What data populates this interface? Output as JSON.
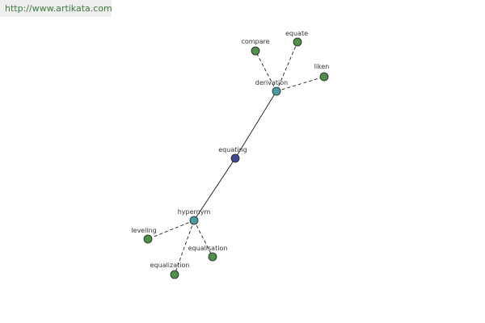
{
  "banner": {
    "url": "http://www.artikata.com"
  },
  "colors": {
    "center": "#3b4a8f",
    "hub": "#4a9aa0",
    "leaf": "#4f8f4a",
    "edge": "#000000"
  },
  "graph": {
    "nodes": [
      {
        "id": "equating",
        "label": "equating",
        "type": "center"
      },
      {
        "id": "derivation",
        "label": "derivation",
        "type": "hub"
      },
      {
        "id": "hypernym",
        "label": "hypernym",
        "type": "hub"
      },
      {
        "id": "compare",
        "label": "compare",
        "type": "leaf"
      },
      {
        "id": "equate",
        "label": "equate",
        "type": "leaf"
      },
      {
        "id": "liken",
        "label": "liken",
        "type": "leaf"
      },
      {
        "id": "leveling",
        "label": "leveling",
        "type": "leaf"
      },
      {
        "id": "equalisation",
        "label": "equalisation",
        "type": "leaf"
      },
      {
        "id": "equalization",
        "label": "equalization",
        "type": "leaf"
      }
    ],
    "edges": [
      {
        "from": "equating",
        "to": "derivation",
        "style": "solid"
      },
      {
        "from": "equating",
        "to": "hypernym",
        "style": "solid"
      },
      {
        "from": "derivation",
        "to": "compare",
        "style": "dashed"
      },
      {
        "from": "derivation",
        "to": "equate",
        "style": "dashed"
      },
      {
        "from": "derivation",
        "to": "liken",
        "style": "dashed"
      },
      {
        "from": "hypernym",
        "to": "leveling",
        "style": "dashed"
      },
      {
        "from": "hypernym",
        "to": "equalisation",
        "style": "dashed"
      },
      {
        "from": "hypernym",
        "to": "equalization",
        "style": "dashed"
      }
    ]
  }
}
